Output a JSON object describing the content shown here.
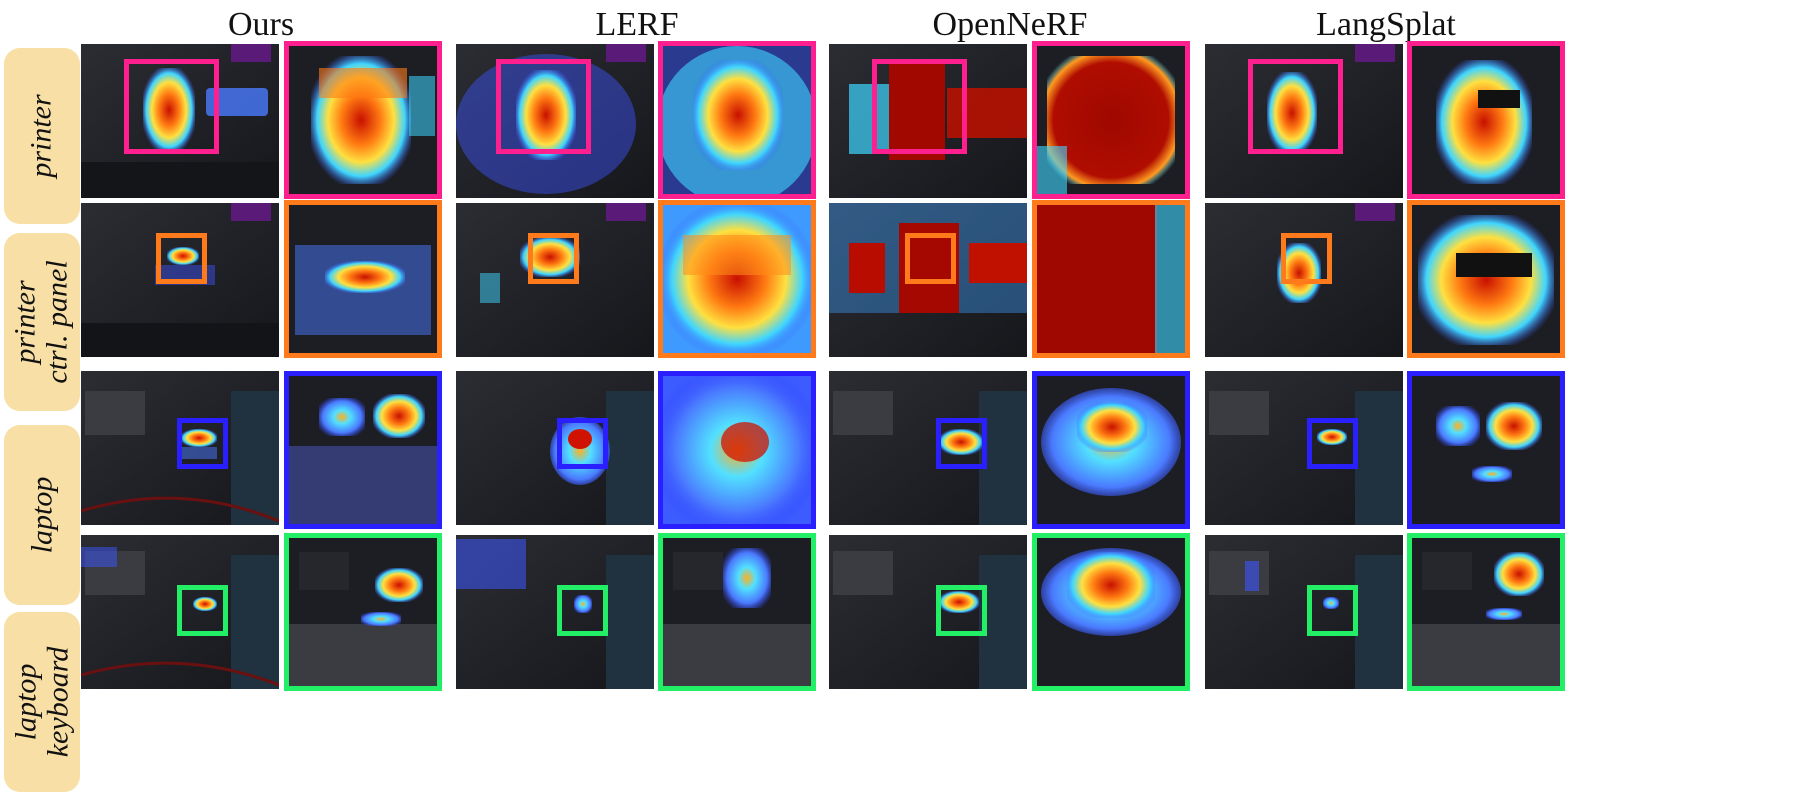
{
  "columns": [
    {
      "key": "ours",
      "label": "Ours"
    },
    {
      "key": "lerf",
      "label": "LERF"
    },
    {
      "key": "openerf",
      "label": "OpenNeRF"
    },
    {
      "key": "langsplat",
      "label": "LangSplat"
    }
  ],
  "rows": [
    {
      "key": "printer",
      "label_lines": [
        "printer"
      ],
      "box_color": "#ff1f8f"
    },
    {
      "key": "printer-ctrl-panel",
      "label_lines": [
        "printer",
        "ctrl. panel"
      ],
      "box_color": "#ff7a1a"
    },
    {
      "key": "laptop",
      "label_lines": [
        "laptop"
      ],
      "box_color": "#2a1fff"
    },
    {
      "key": "laptop-keyboard",
      "label_lines": [
        "laptop",
        "keyboard"
      ],
      "box_color": "#22ee66"
    }
  ],
  "colors": {
    "label_bg": "#f7dfa5",
    "heat_hot": "#cc1100",
    "heat_warm": "#ff8c1a",
    "heat_mid": "#ffe040",
    "heat_cool": "#3fd6ff",
    "heat_cold": "#3e55ff",
    "scene_dark": "#1d1f24"
  }
}
